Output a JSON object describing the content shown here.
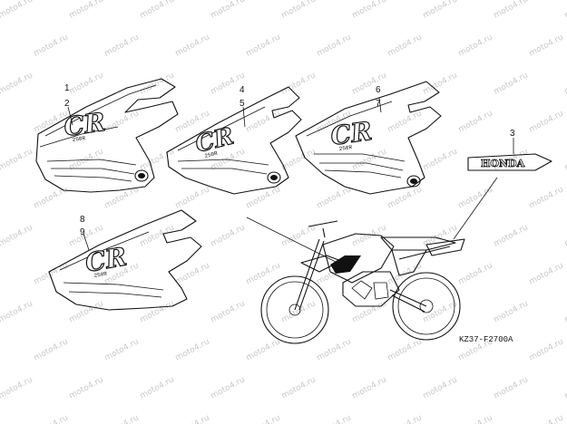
{
  "watermark": {
    "text": "moto4.ru",
    "color": "#c9c9c9"
  },
  "callouts": [
    {
      "id": "c1",
      "label": "1"
    },
    {
      "id": "c2",
      "label": "2"
    },
    {
      "id": "c3",
      "label": "3"
    },
    {
      "id": "c4",
      "label": "4"
    },
    {
      "id": "c5",
      "label": "5"
    },
    {
      "id": "c6",
      "label": "6"
    },
    {
      "id": "c7",
      "label": "7"
    },
    {
      "id": "c8",
      "label": "8"
    },
    {
      "id": "c9",
      "label": "9"
    }
  ],
  "decals": {
    "shroud_logo": "CR",
    "shroud_model": "250R",
    "emblem": "HONDA"
  },
  "figure_code": "KZ37-F2700A"
}
